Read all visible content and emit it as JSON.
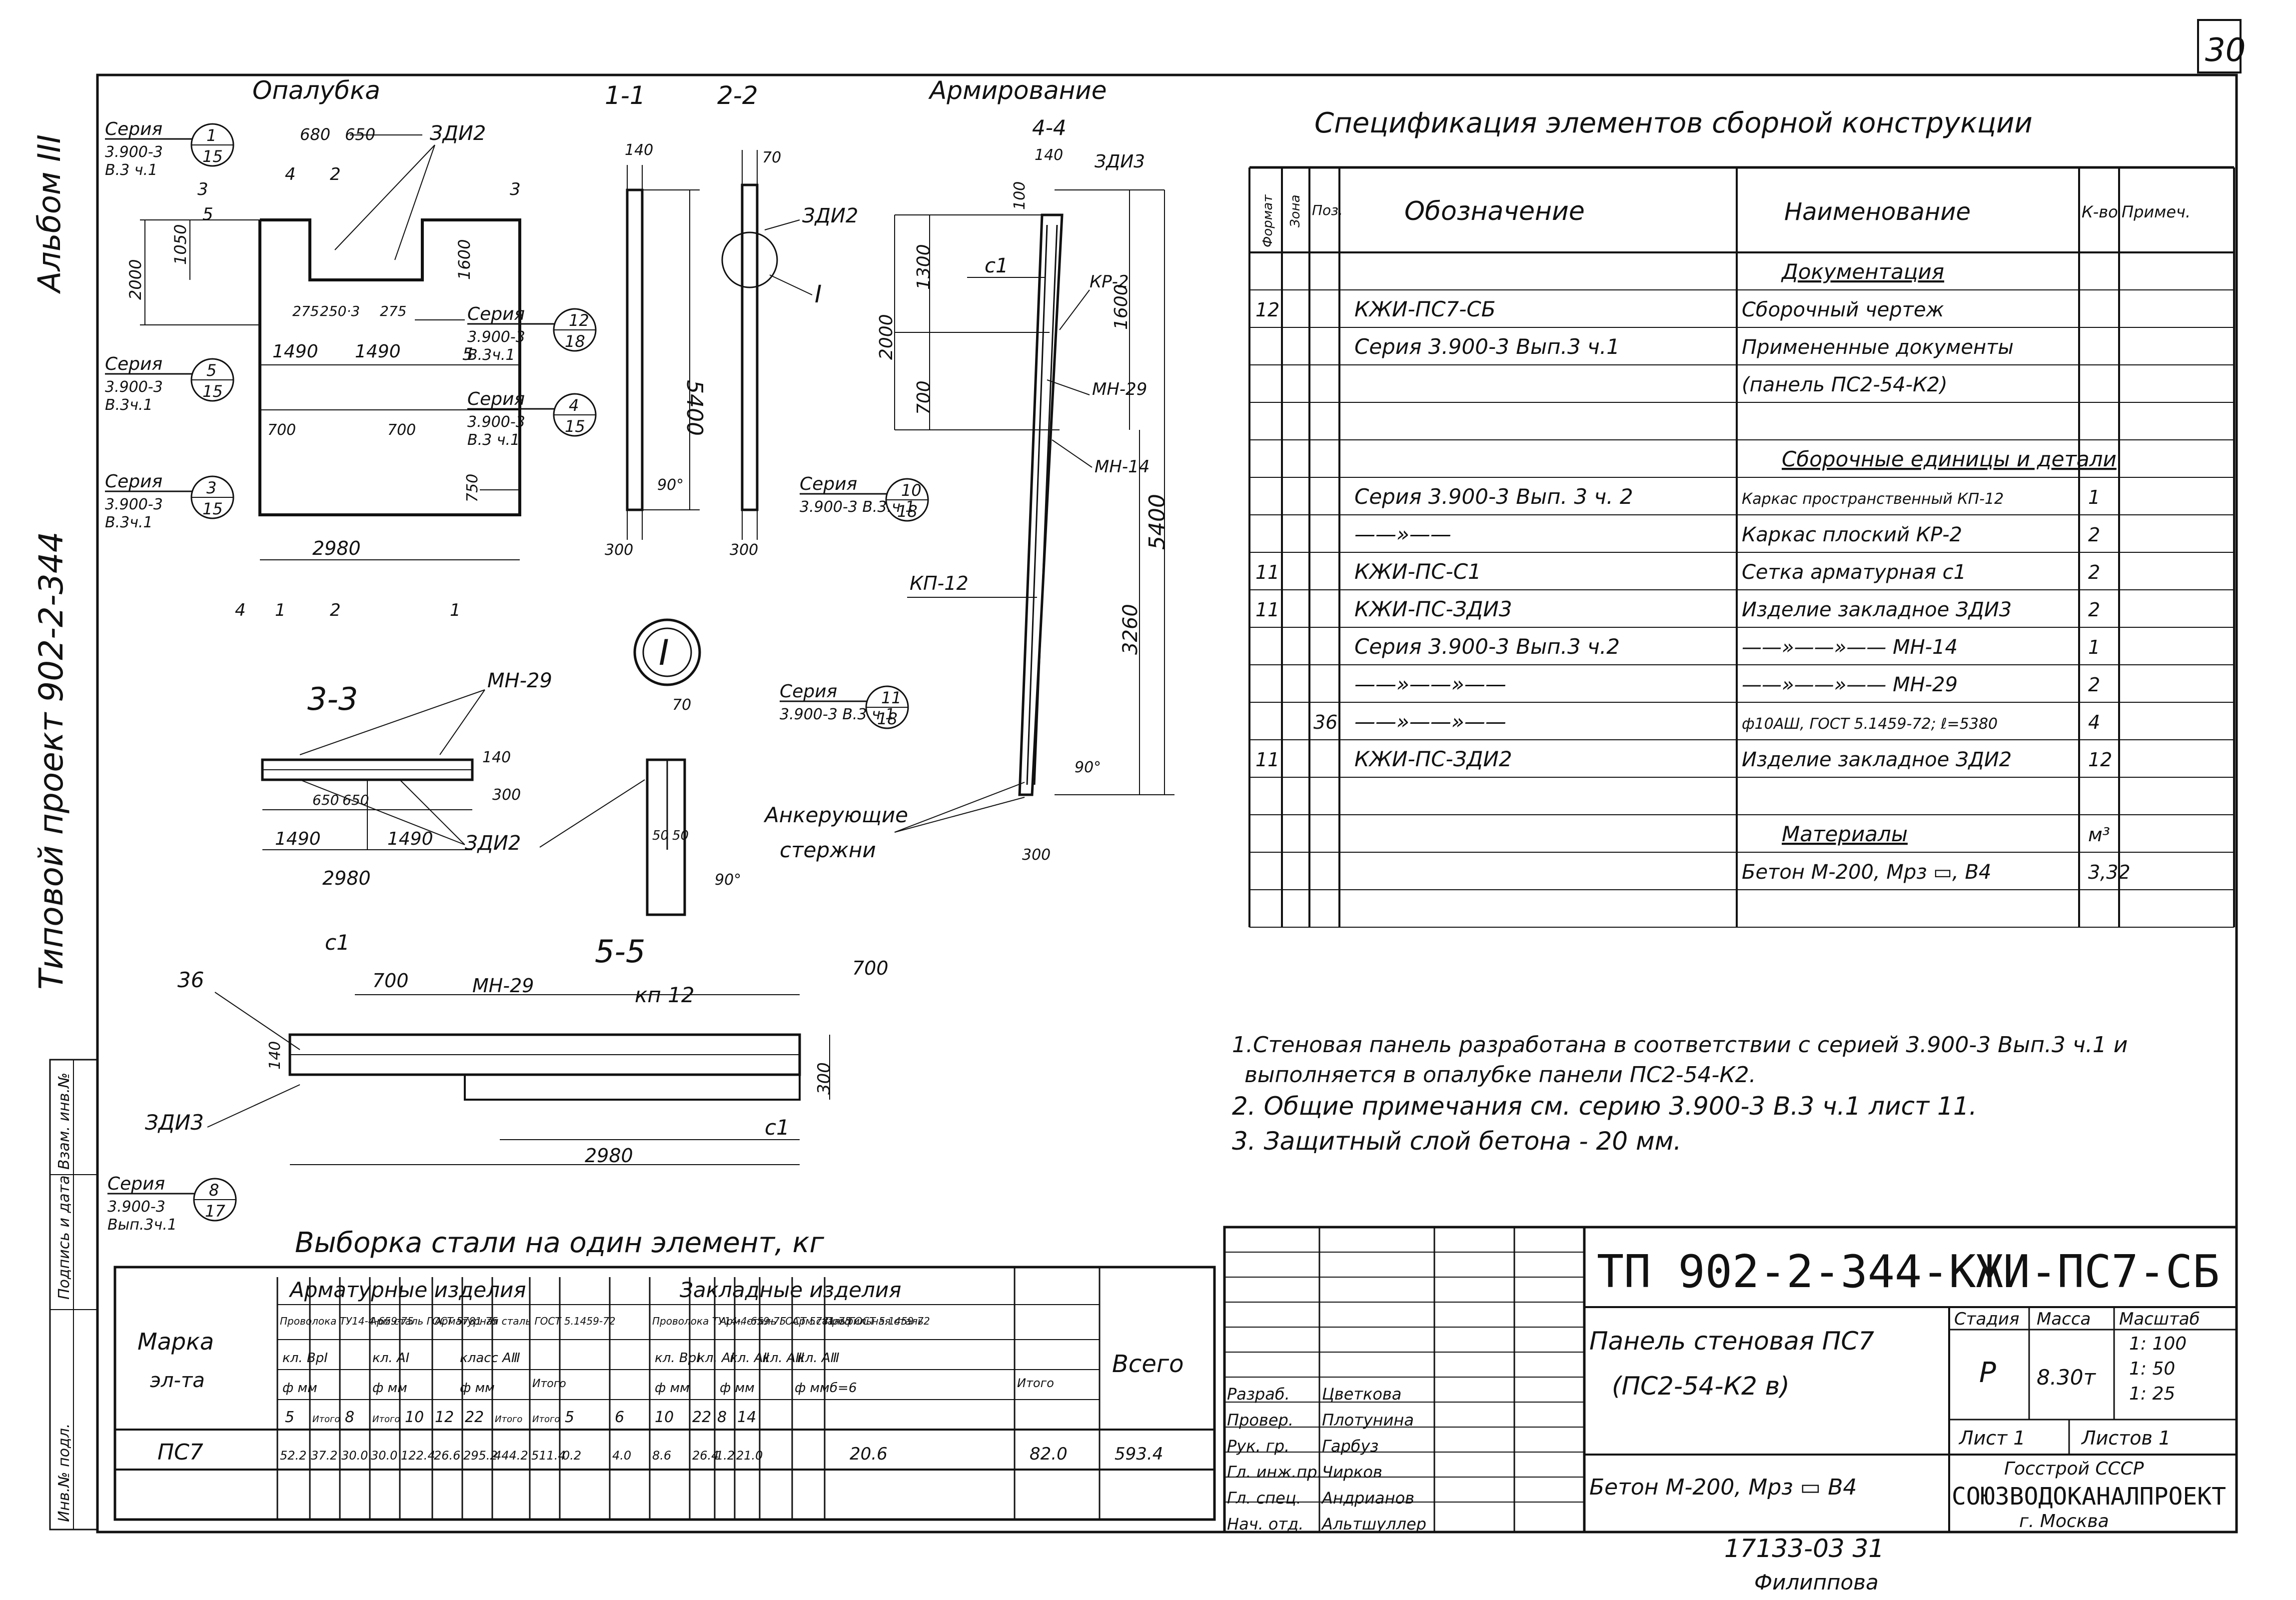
{
  "sheet_number": "30",
  "side": {
    "album": "Альбом III",
    "project": "Типовой проект 902-2-344",
    "stamp": [
      "Инв.№ подл.",
      "Подпись и дата",
      "Взам. инв.№"
    ]
  },
  "headings": {
    "formwork": "Опалубка",
    "s11": "1-1",
    "s22": "2-2",
    "reinforcement": "Армирование",
    "s44": "4-4",
    "s33": "3-3",
    "s55": "5-5",
    "node": "I",
    "node_leader": "I"
  },
  "dims": {
    "a680": "680",
    "a650": "650",
    "a1050": "1050",
    "a2000": "2000",
    "a1600": "1600",
    "a250_3": "250·3",
    "a275": "275",
    "a275b": "275",
    "a1490": "1490",
    "a1490b": "1490",
    "a700": "700",
    "a700b": "700",
    "a750": "750",
    "a2980": "2980",
    "a140": "140",
    "a5400": "5400",
    "a300": "300",
    "a90": "90°",
    "b70": "70",
    "b300": "300",
    "c140": "140",
    "c100": "100",
    "c1300": "1300",
    "c1600": "1600",
    "c2000": "2000",
    "c700": "700",
    "c5400": "5400",
    "c3260": "3260",
    "c300": "300",
    "c90": "90°",
    "d140": "140",
    "d300": "300",
    "d650": "650",
    "d650b": "650",
    "d1490": "1490",
    "d1490b": "1490",
    "d2980": "2980",
    "e70": "70",
    "e50": "50",
    "e50b": "50",
    "e90": "90°",
    "f700": "700",
    "f700b": "700",
    "f140": "140",
    "f300": "300",
    "f2980": "2980",
    "cut_marks": [
      "1",
      "2",
      "3",
      "4",
      "5",
      "1",
      "2",
      "3",
      "4",
      "5"
    ]
  },
  "labels": {
    "zdi2": "ЗДИ2",
    "zdi2b": "ЗДИ2",
    "zdi3": "ЗДИ3",
    "zdi3b": "ЗДИ3",
    "c1": "с1",
    "c1b": "с1",
    "c1c": "с1",
    "kp2": "КР-2",
    "mn29": "МН-29",
    "mn29b": "МН-29",
    "mn29c": "МН-29",
    "mn14": "МН-14",
    "kp12": "КП-12",
    "kp12b": "кп 12",
    "n36": "36",
    "anchor1": "Анкерующие",
    "anchor2": "стержни"
  },
  "series_refs": [
    {
      "title": "Серия",
      "num": "1",
      "sheet": "15",
      "l1": "3.900-3",
      "l2": "В.3 ч.1"
    },
    {
      "title": "Серия",
      "num": "5",
      "sheet": "15",
      "l1": "3.900-3",
      "l2": "В.3ч.1"
    },
    {
      "title": "Серия",
      "num": "3",
      "sheet": "15",
      "l1": "3.900-3",
      "l2": "В.3ч.1"
    },
    {
      "title": "Серия",
      "num": "12",
      "sheet": "18",
      "l1": "3.900-3",
      "l2": "В.3ч.1"
    },
    {
      "title": "Серия",
      "num": "4",
      "sheet": "15",
      "l1": "3.900-3",
      "l2": "В.3 ч.1"
    },
    {
      "title": "Серия",
      "num": "10",
      "sheet": "18",
      "l1": "3.900-3 В.3.ч.1",
      "l2": ""
    },
    {
      "title": "Серия",
      "num": "11",
      "sheet": "18",
      "l1": "3.900-3 В.3 ч.1",
      "l2": ""
    },
    {
      "title": "Серия",
      "num": "8",
      "sheet": "17",
      "l1": "3.900-3",
      "l2": "Вып.3ч.1"
    }
  ],
  "spec": {
    "title": "Спецификация элементов сборной конструкции",
    "headers": {
      "format": "Формат",
      "zone": "Зона",
      "pos": "Поз.",
      "designation": "Обозначение",
      "name": "Наименование",
      "qty": "К-во",
      "note": "Примеч."
    },
    "rows": [
      {
        "format": "",
        "pos": "",
        "designation": "",
        "name": "Документация",
        "qty": "",
        "note": "",
        "u": true
      },
      {
        "format": "12",
        "pos": "",
        "designation": "КЖИ-ПС7-СБ",
        "name": "Сборочный чертеж",
        "qty": "",
        "note": ""
      },
      {
        "format": "",
        "pos": "",
        "designation": "Серия 3.900-3 Вып.3 ч.1",
        "name": "Примененные документы",
        "qty": "",
        "note": ""
      },
      {
        "format": "",
        "pos": "",
        "designation": "",
        "name": "(панель ПС2-54-К2)",
        "qty": "",
        "note": ""
      },
      {
        "format": "",
        "pos": "",
        "designation": "",
        "name": "",
        "qty": "",
        "note": ""
      },
      {
        "format": "",
        "pos": "",
        "designation": "",
        "name": "Сборочные единицы и детали",
        "qty": "",
        "note": "",
        "u": true
      },
      {
        "format": "",
        "pos": "",
        "designation": "Серия 3.900-3 Вып. 3 ч. 2",
        "name": "Каркас пространственный КП-12",
        "qty": "1",
        "note": ""
      },
      {
        "format": "",
        "pos": "",
        "designation": "——»——",
        "name": "Каркас плоский КР-2",
        "qty": "2",
        "note": ""
      },
      {
        "format": "11",
        "pos": "",
        "designation": "КЖИ-ПС-С1",
        "name": "Сетка арматурная с1",
        "qty": "2",
        "note": ""
      },
      {
        "format": "11",
        "pos": "",
        "designation": "КЖИ-ПС-ЗДИ3",
        "name": "Изделие закладное ЗДИ3",
        "qty": "2",
        "note": ""
      },
      {
        "format": "",
        "pos": "",
        "designation": "Серия 3.900-3 Вып.3 ч.2",
        "name": "——»——»—— МН-14",
        "qty": "1",
        "note": ""
      },
      {
        "format": "",
        "pos": "",
        "designation": "——»——»——",
        "name": "——»——»—— МН-29",
        "qty": "2",
        "note": ""
      },
      {
        "format": "",
        "pos": "36",
        "designation": "——»——»——",
        "name": "ф10АШ, ГОСТ 5.1459-72; ℓ=5380",
        "qty": "4",
        "note": ""
      },
      {
        "format": "11",
        "pos": "",
        "designation": "КЖИ-ПС-ЗДИ2",
        "name": "Изделие закладное ЗДИ2",
        "qty": "12",
        "note": ""
      },
      {
        "format": "",
        "pos": "",
        "designation": "",
        "name": "",
        "qty": "",
        "note": ""
      },
      {
        "format": "",
        "pos": "",
        "designation": "",
        "name": "Материалы",
        "qty": "м³",
        "note": "",
        "u": true
      },
      {
        "format": "",
        "pos": "",
        "designation": "",
        "name": "Бетон М-200, Мрз ▭, В4",
        "qty": "3,32",
        "note": ""
      },
      {
        "format": "",
        "pos": "",
        "designation": "",
        "name": "",
        "qty": "",
        "note": ""
      }
    ]
  },
  "notes": [
    "1.Стеновая панель разработана в соответствии с серией 3.900-3 Вып.3 ч.1 и",
    "выполняется в опалубке панели ПС2-54-К2.",
    "2. Общие примечания см. серию 3.900-3 В.3 ч.1 лист 11.",
    "3. Защитный слой бетона - 20 мм."
  ],
  "steel": {
    "title": "Выборка стали на один элемент, кг",
    "marka_label": "Марка эл-та",
    "armature": "Арматурные изделия",
    "embedded": "Закладные изделия",
    "total": "Всего",
    "itogo": "Итого",
    "sub": [
      "Проволока ТУ14-4-659-75",
      "Арм.сталь ГОСТ 5781-75",
      "Арматурная сталь ГОСТ 5.1459-72",
      "Проволока ТУ14-4-659-75",
      "Арм. сталь ГОСТ 5781-75",
      "Арм.сталь ГОСТ 5.1459-72",
      "Профильная сталь"
    ],
    "cls": [
      "кл. ВрI",
      "кл. АI",
      "класс АⅢ",
      "кл. ВрI",
      "кл. АI",
      "кл. АⅡ",
      "кл. АⅢ",
      "кл. АⅢ"
    ],
    "diam_head": [
      "ф мм",
      "ф мм",
      "ф мм",
      "ф мм",
      "ф мм",
      "ф мм",
      "б=6"
    ],
    "diams": [
      "5",
      "Итого",
      "8",
      "Итого",
      "10",
      "12",
      "22",
      "Итого",
      "Итого",
      "5",
      "6",
      "10",
      "22",
      "8",
      "14"
    ],
    "row": {
      "mark": "ПС7",
      "values": [
        "52.2",
        "37.2",
        "30.0",
        "30.0",
        "122.4",
        "26.6",
        "295.2",
        "444.2",
        "511.4",
        "0.2",
        "4.0",
        "8.6",
        "26.4",
        "1.2",
        "21.0",
        "20.6",
        "82.0",
        "593.4"
      ]
    }
  },
  "titleblock": {
    "code": "ТП 902-2-344-КЖИ-ПС7-СБ",
    "name1": "Панель стеновая ПС7",
    "name2": "(ПС2-54-К2 в)",
    "stage_h": "Стадия",
    "mass_h": "Масса",
    "scale_h": "Масштаб",
    "stage": "Р",
    "mass": "8.30т",
    "scales": [
      "1: 100",
      "1: 50",
      "1: 25"
    ],
    "sheet": "Лист 1",
    "sheets": "Листов 1",
    "concrete": "Бетон М-200, Мрз ▭ В4",
    "org1": "Госстрой СССР",
    "org2": "СОЮЗВОДОКАНАЛПРОЕКТ",
    "org3": "г. Москва",
    "roles": [
      "Разраб.",
      "Провер.",
      "Рук. гр.",
      "Гл. инж.пр.",
      "Гл. спец.",
      "Нач. отд."
    ],
    "persons": [
      "Цветкова",
      "Плотунина",
      "Гарбуз",
      "Чирков",
      "Андрианов",
      "Альтшуллер"
    ]
  },
  "footer": {
    "code": "17133-03 31",
    "copier": "Филиппова"
  }
}
